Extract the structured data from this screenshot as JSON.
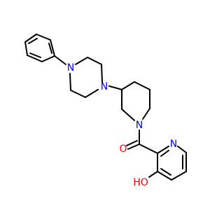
{
  "molecule": {
    "atoms": {
      "piperazine_n_top": {
        "label": "N",
        "color": "#0000FF"
      },
      "piperazine_n_bottom": {
        "label": "N",
        "color": "#0000FF"
      },
      "piperidine_n": {
        "label": "N",
        "color": "#0000FF"
      },
      "carbonyl_o": {
        "label": "O",
        "color": "#FF0000"
      },
      "pyridine_n": {
        "label": "N",
        "color": "#0000FF"
      },
      "hydroxyl_o": {
        "label": "HO",
        "color": "#FF0000"
      }
    },
    "bond_color": "#000000"
  }
}
